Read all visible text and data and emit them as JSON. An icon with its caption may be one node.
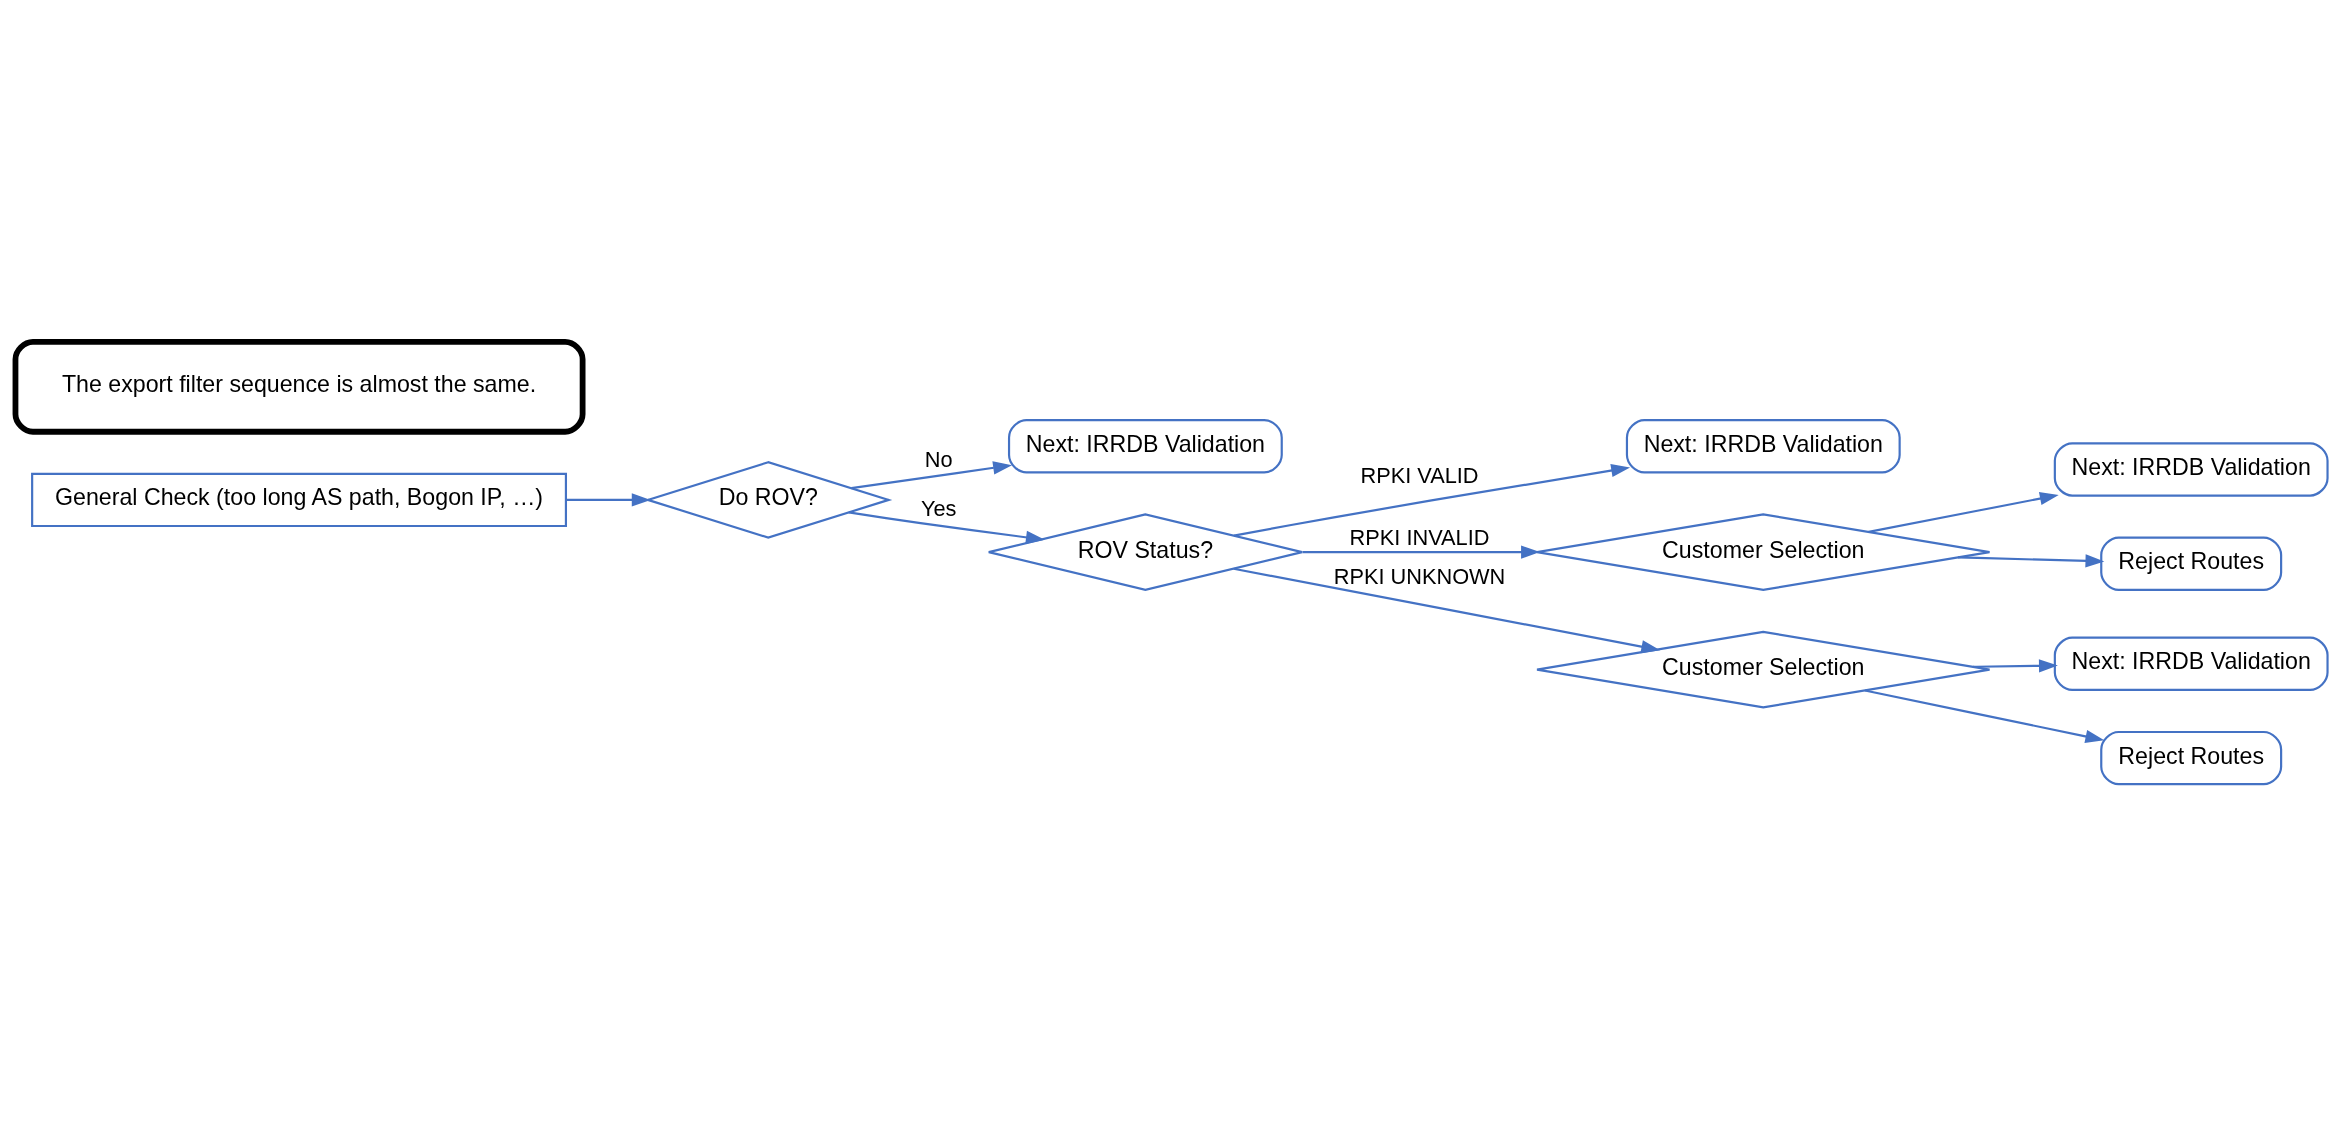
{
  "diagram": {
    "nodes": [
      {
        "text": [
          "General Check (too long AS path, Bogon IP, …)"
        ]
      },
      {
        "text": [
          "Do ROV?"
        ]
      },
      {
        "text": [
          "Next: IRRDB Validation"
        ]
      },
      {
        "text": [
          "ROV Status?"
        ]
      },
      {
        "text": [
          "Next: IRRDB Validation"
        ]
      },
      {
        "text": [
          "Customer Selection"
        ]
      },
      {
        "text": [
          "Next: IRRDB Validation"
        ]
      },
      {
        "text": [
          "Reject Routes"
        ]
      },
      {
        "text": [
          "Customer Selection"
        ]
      },
      {
        "text": [
          "Next: IRRDB Validation"
        ]
      },
      {
        "text": [
          "Reject Routes"
        ]
      },
      {
        "text": [
          "The export filter sequence is almost the same."
        ]
      }
    ],
    "edges": [
      {
        "from": 0,
        "to": 1,
        "arrow": "to"
      },
      {
        "from": 1,
        "to": 2,
        "arrow": "to",
        "label": "No"
      },
      {
        "from": 1,
        "to": 3,
        "arrow": "to",
        "label": "Yes"
      },
      {
        "from": 3,
        "to": 4,
        "arrow": "to",
        "label": "RPKI VALID"
      },
      {
        "from": 3,
        "to": 5,
        "arrow": "to",
        "label": "RPKI INVALID"
      },
      {
        "from": 3,
        "to": 8,
        "arrow": "to",
        "label": "RPKI UNKNOWN"
      },
      {
        "from": 5,
        "to": 6,
        "arrow": "to"
      },
      {
        "from": 5,
        "to": 7,
        "arrow": "to"
      },
      {
        "from": 8,
        "to": 9,
        "arrow": "to"
      },
      {
        "from": 8,
        "to": 10,
        "arrow": "to"
      }
    ]
  }
}
